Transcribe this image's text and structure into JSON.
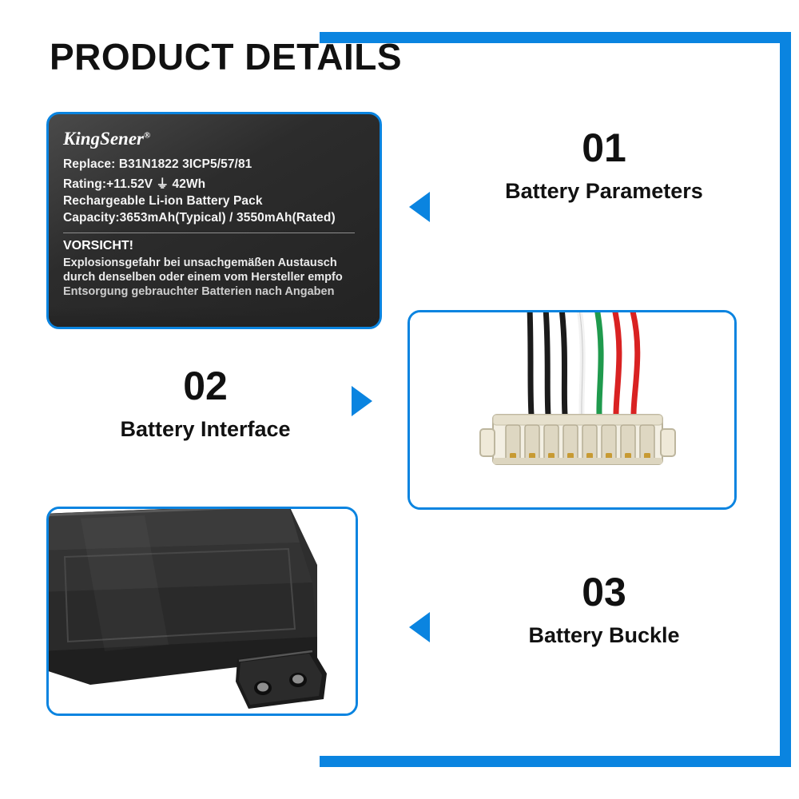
{
  "page": {
    "title": "PRODUCT DETAILS",
    "accent_color": "#0a84e0",
    "background_color": "#ffffff",
    "text_color": "#111111"
  },
  "battery_label": {
    "brand": "KingSener",
    "brand_mark": "®",
    "specs": [
      "Replace: B31N1822   3ICP5/57/81",
      "Rating:+11.52V ⏚ 42Wh",
      "Rechargeable Li-ion Battery Pack",
      "Capacity:3653mAh(Typical) / 3550mAh(Rated)"
    ],
    "warning_title": "VORSICHT!",
    "warning_lines": [
      "Explosionsgefahr bei unsachgemäßen Austausch",
      "durch denselben oder einem vom Hersteller empfo",
      "Entsorgung gebrauchter Batterien nach Angaben"
    ]
  },
  "callouts": [
    {
      "number": "01",
      "label": "Battery Parameters",
      "arrow": "arrow-left-icon"
    },
    {
      "number": "02",
      "label": "Battery Interface",
      "arrow": "arrow-right-icon"
    },
    {
      "number": "03",
      "label": "Battery Buckle",
      "arrow": "arrow-left-icon"
    }
  ],
  "photos": {
    "connector_alt": "battery-connector-photo",
    "buckle_alt": "battery-buckle-photo",
    "label_alt": "battery-label-photo"
  }
}
